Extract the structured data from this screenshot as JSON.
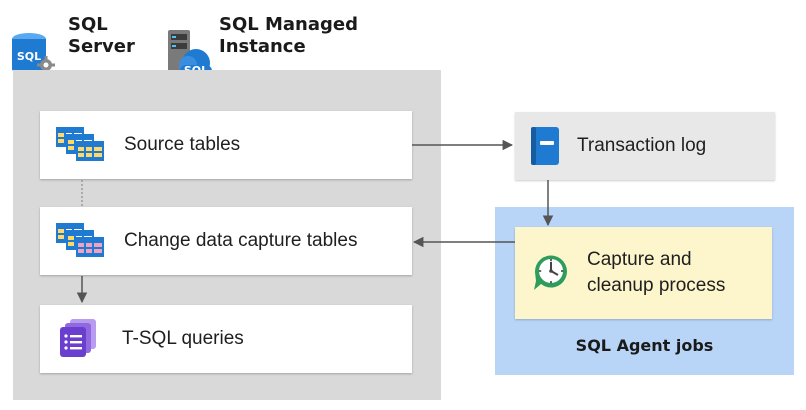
{
  "header": {
    "sql_server_label": "SQL Server",
    "sql_server_label_line1": "SQL",
    "sql_server_label_line2": "Server",
    "sql_mi_label_line1": "SQL Managed",
    "sql_mi_label_line2": "Instance",
    "sql_icon_text": "SQL"
  },
  "server_panel": {
    "source_tables": "Source tables",
    "cdc_tables": "Change data capture tables",
    "tsql_queries": "T-SQL queries"
  },
  "transaction_log": "Transaction log",
  "agent": {
    "capture_line1": "Capture and",
    "capture_line2": "cleanup process",
    "title": "SQL Agent jobs"
  },
  "colors": {
    "server_panel": "#d9d9d9",
    "agent_panel": "#b8d4f7",
    "capture_card": "#fdf5cc",
    "arrow": "#555555",
    "icon_blue": "#1f7ad1"
  }
}
